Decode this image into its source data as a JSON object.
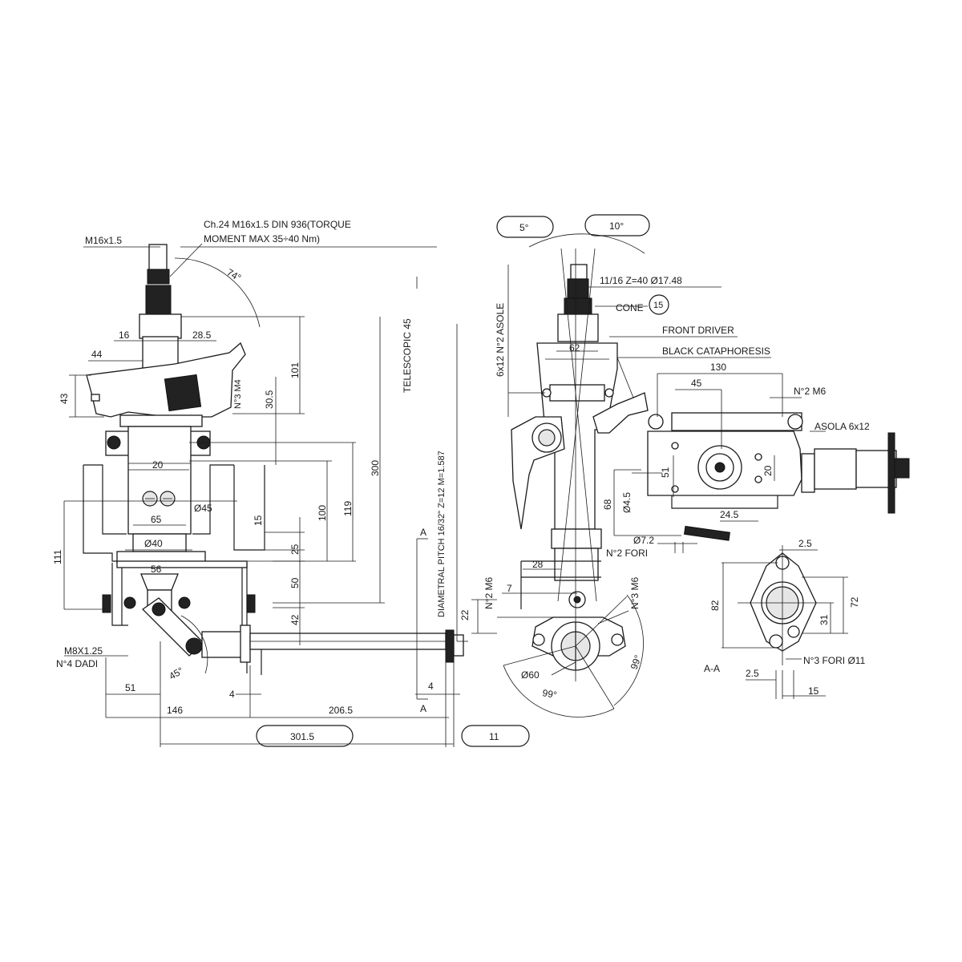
{
  "notes": {
    "ch24": "Ch.24 M16x1.5 DIN 936(TORQUE",
    "ch24b": "MOMENT MAX 35÷40 Nm)",
    "m16": "M16x1.5",
    "telescopic": "TELESCOPIC 45",
    "pitch": "DIAMETRAL PITCH 16/32\" Z=12 M=1.587",
    "m8": "M8X1.25",
    "dadi": "N°4 DADI",
    "section": "A",
    "z40": "11/16 Z=40 Ø17.48",
    "cone": "CONE",
    "cone_no": "15",
    "front_driver": "FRONT DRIVER",
    "black_cat": "BLACK CATAPHORESIS",
    "asole": "6x12 N°2 ASOLE",
    "n2m6": "N°2 M6",
    "asola": "ASOLA 6x12",
    "n2fori": "N°2 FORI",
    "n2m6b": "N°2 M6",
    "n3m6": "N°3 M6",
    "n3m4": "N°3 M4",
    "n3fori": "N°3 FORI Ø11",
    "aa": "A-A"
  },
  "dims": {
    "d16": "16",
    "d28_5": "28.5",
    "d44": "44",
    "d43": "43",
    "d101": "101",
    "d30_5": "30.5",
    "d20": "20",
    "d45dia": "Ø45",
    "d65": "65",
    "d40dia": "Ø40",
    "d300": "300",
    "d119": "119",
    "d100": "100",
    "d15": "15",
    "d25": "25",
    "d111": "111",
    "d56": "56",
    "d50": "50",
    "d42": "42",
    "d51": "51",
    "d45deg": "45°",
    "d4": "4",
    "d4b": "4",
    "d146": "146",
    "d206_5": "206.5",
    "d301_5": "301.5",
    "d11": "11",
    "d74deg": "74°",
    "d5deg": "5°",
    "d10deg": "10°",
    "d62": "62",
    "d130": "130",
    "d45b": "45",
    "d51b": "51",
    "d20b": "20",
    "d4_5": "Ø4.5",
    "d68": "68",
    "d24_5": "24.5",
    "d7_2": "Ø7.2",
    "d28": "28",
    "d7": "7",
    "d22": "22",
    "d60": "Ø60",
    "d99a": "99°",
    "d99b": "99°",
    "d2_5": "2.5",
    "d82": "82",
    "d72": "72",
    "d31": "31",
    "d2_5b": "2.5",
    "d15b": "15"
  }
}
